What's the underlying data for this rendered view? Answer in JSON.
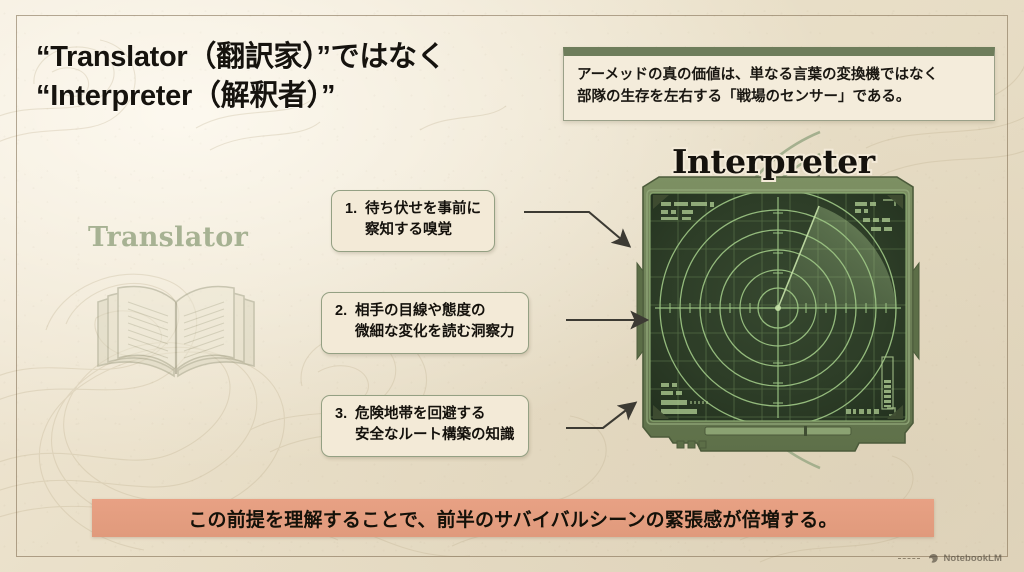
{
  "slide": {
    "title_lines": [
      "“Translator（翻訳家）”ではなく",
      "“Interpreter（解釈者）”"
    ],
    "statement_lines": [
      "アーメッドの真の価値は、単なる言葉の変換機ではなく",
      "部隊の生存を左右する「戦場のセンサー」である。"
    ],
    "left_label": "Translator",
    "right_label": "Interpreter",
    "banner_text": "この前提を理解することで、前半のサバイバルシーンの緊張感が倍増する。",
    "watermark": "NotebookLM"
  },
  "callouts": [
    {
      "number": "1.",
      "line1": "待ち伏せを事前に",
      "line2": "察知する嗅覚"
    },
    {
      "number": "2.",
      "line1": "相手の目線や態度の",
      "line2": "微細な変化を読む洞察力"
    },
    {
      "number": "3.",
      "line1": "危険地帯を回避する",
      "line2": "安全なルート構築の知識"
    }
  ],
  "colors": {
    "paper": "#ece2cd",
    "ink": "#16130e",
    "sage": "#94a083",
    "olive_bar": "#6e7d5b",
    "radar_screen": "#2a3b28",
    "radar_green": "#8fb87a",
    "radar_bezel": "#6f8259",
    "banner": "#e09a7c",
    "translator_faded": "#9aa886"
  }
}
